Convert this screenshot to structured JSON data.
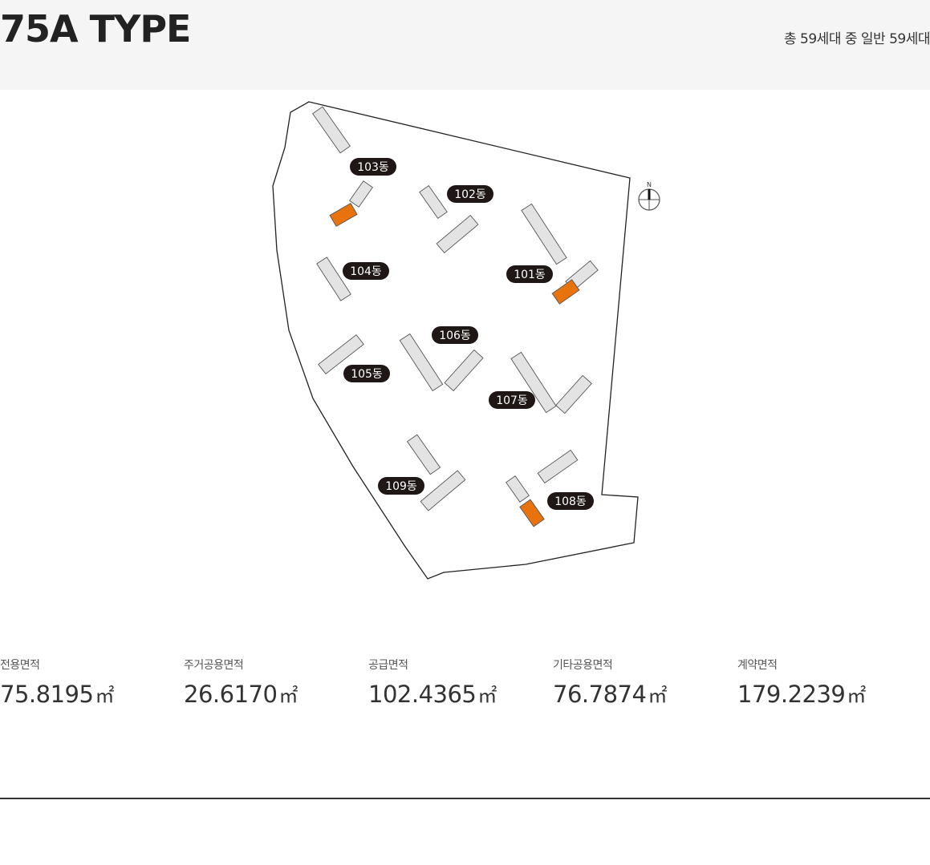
{
  "header": {
    "title": "75A TYPE",
    "household_info": "총 59세대 중 일반 59세대"
  },
  "siteplan": {
    "compass_label": "N",
    "highlight_color": "#e8730c",
    "building_color": "#e3e3e3",
    "label_bg_color": "#1e1716",
    "buildings": [
      {
        "label": "101동",
        "highlighted": true
      },
      {
        "label": "102동",
        "highlighted": false
      },
      {
        "label": "103동",
        "highlighted": true
      },
      {
        "label": "104동",
        "highlighted": false
      },
      {
        "label": "105동",
        "highlighted": false
      },
      {
        "label": "106동",
        "highlighted": false
      },
      {
        "label": "107동",
        "highlighted": false
      },
      {
        "label": "108동",
        "highlighted": true
      },
      {
        "label": "109동",
        "highlighted": false
      }
    ]
  },
  "areas": [
    {
      "label": "전용면적",
      "value": "75.8195",
      "unit": "㎡"
    },
    {
      "label": "주거공용면적",
      "value": "26.6170",
      "unit": "㎡"
    },
    {
      "label": "공급면적",
      "value": "102.4365",
      "unit": "㎡"
    },
    {
      "label": "기타공용면적",
      "value": "76.7874",
      "unit": "㎡"
    },
    {
      "label": "계약면적",
      "value": "179.2239",
      "unit": "㎡"
    }
  ]
}
